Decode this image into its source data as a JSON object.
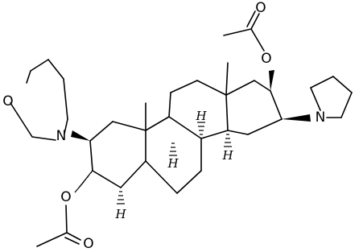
{
  "molecule": {
    "atoms": {
      "o_ester_3": "O",
      "o_carbonyl_3": "O",
      "o_ester_17": "O",
      "o_carbonyl_17": "O",
      "o_morpholine": "O",
      "n_morpholine": "N",
      "n_pyrrolidine": "N"
    },
    "stereo_h": {
      "h_c5": "H",
      "h_c8": "H",
      "h_c9": "H",
      "h_c14": "H"
    }
  }
}
